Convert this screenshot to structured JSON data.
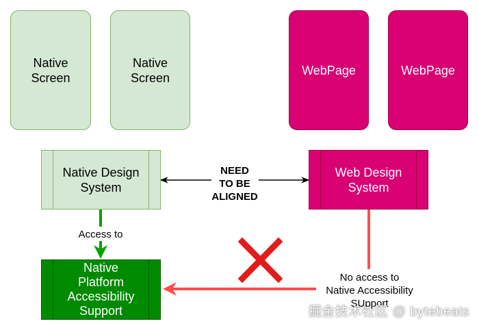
{
  "native_screens": [
    {
      "line1": "Native",
      "line2": "Screen"
    },
    {
      "line1": "Native",
      "line2": "Screen"
    }
  ],
  "web_pages": [
    {
      "label": "WebPage"
    },
    {
      "label": "WebPage"
    }
  ],
  "native_design_system": {
    "line1": "Native Design",
    "line2": "System"
  },
  "web_design_system": {
    "line1": "Web Design",
    "line2": "System"
  },
  "native_platform": {
    "line1": "Native",
    "line2": "Platform",
    "line3": "Accessibility",
    "line4": "Support"
  },
  "alignment_label": {
    "line1": "NEED",
    "line2": "TO BE",
    "line3": "ALIGNED"
  },
  "access_label": "Access to",
  "no_access_label": {
    "line1": "No access to",
    "line2": "Native Accessibility",
    "line3": "SUpport"
  },
  "watermark": "掘金技术社区 @ bytebeats",
  "colors": {
    "native_fill": "#d5e8d4",
    "native_stroke": "#82b366",
    "web_fill": "#d80073",
    "web_stroke": "#a50040",
    "platform_fill": "#008a00",
    "access_arrow": "#00a300",
    "no_access_arrow": "#ff4d4d",
    "cross": "#e31b1b"
  },
  "icons": {
    "blocked_marker": "red-x-icon"
  }
}
